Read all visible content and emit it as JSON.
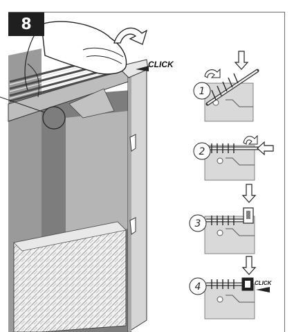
{
  "step": {
    "number": "8"
  },
  "labels": {
    "click_main": "CLICK",
    "click_small": "CLICK"
  },
  "substeps": [
    {
      "number": "1"
    },
    {
      "number": "2"
    },
    {
      "number": "3"
    },
    {
      "number": "4"
    }
  ],
  "colors": {
    "wall_dark": "#7a7a7a",
    "wall_light": "#cfcfcf",
    "panel": "#d9d9d9",
    "ink": "#222222",
    "badge": "#1f1f1f"
  }
}
